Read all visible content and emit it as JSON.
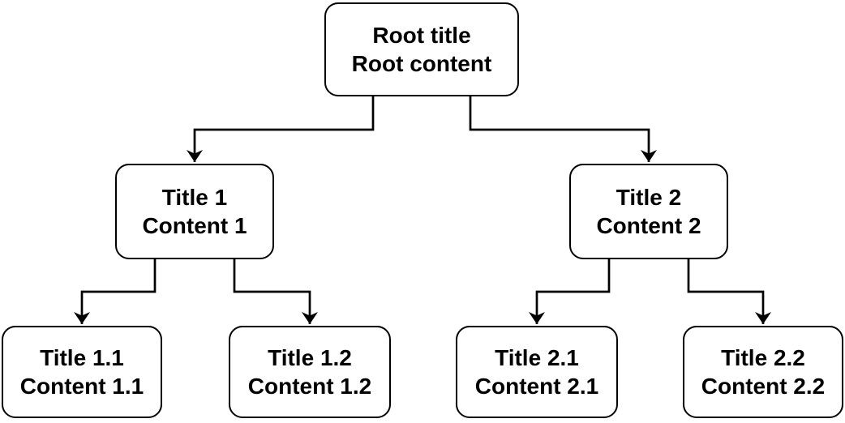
{
  "diagram": {
    "type": "tree",
    "colors": {
      "background": "#ffffff",
      "node_fill": "#ffffff",
      "node_stroke": "#000000",
      "text": "#000000",
      "connector": "#000000"
    },
    "nodes": {
      "root": {
        "title": "Root title",
        "content": "Root content"
      },
      "n1": {
        "title": "Title 1",
        "content": "Content 1"
      },
      "n2": {
        "title": "Title 2",
        "content": "Content 2"
      },
      "n11": {
        "title": "Title 1.1",
        "content": "Content 1.1"
      },
      "n12": {
        "title": "Title 1.2",
        "content": "Content 1.2"
      },
      "n21": {
        "title": "Title 2.1",
        "content": "Content 2.1"
      },
      "n22": {
        "title": "Title 2.2",
        "content": "Content 2.2"
      }
    },
    "edges": [
      {
        "from": "root",
        "to": "n1"
      },
      {
        "from": "root",
        "to": "n2"
      },
      {
        "from": "n1",
        "to": "n11"
      },
      {
        "from": "n1",
        "to": "n12"
      },
      {
        "from": "n2",
        "to": "n21"
      },
      {
        "from": "n2",
        "to": "n22"
      }
    ]
  }
}
